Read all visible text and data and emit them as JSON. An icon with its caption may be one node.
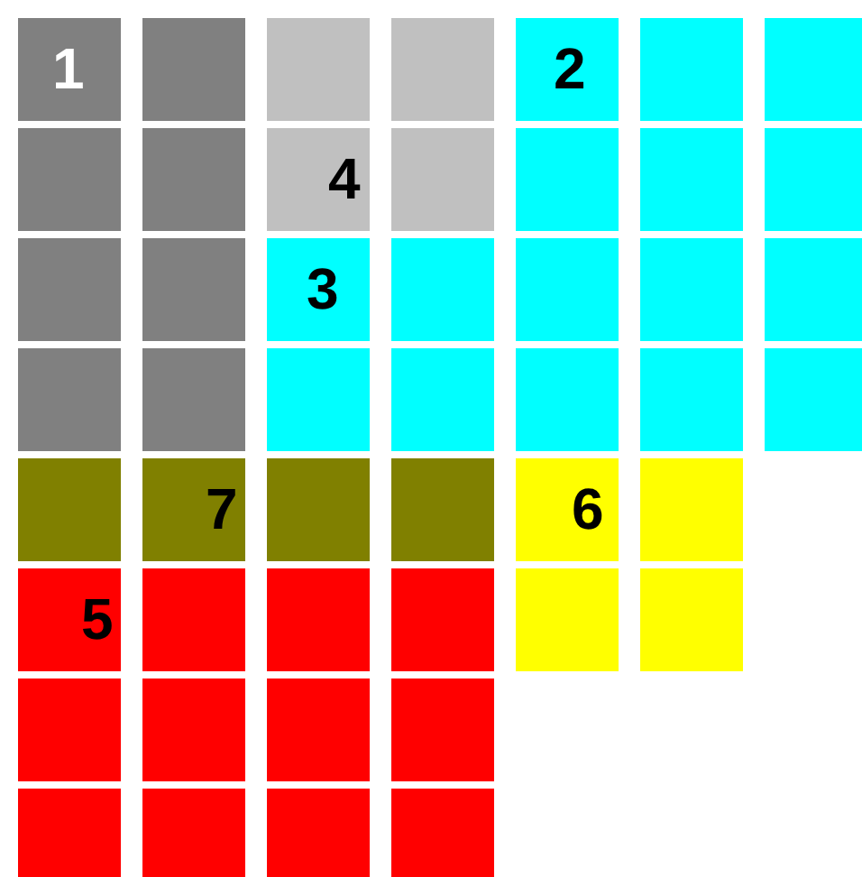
{
  "diagram": {
    "nodes": [
      {
        "text": [
          "1"
        ]
      },
      {
        "text": [],
        "shape": "box"
      },
      {
        "text": [],
        "shape": "box"
      },
      {
        "text": [],
        "shape": "box"
      },
      {
        "text": [
          "2"
        ]
      },
      {
        "text": [],
        "shape": "box"
      },
      {
        "text": [],
        "shape": "box"
      },
      {
        "text": [],
        "shape": "box"
      },
      {
        "text": [],
        "shape": "box"
      },
      {
        "text": [
          "4"
        ]
      },
      {
        "text": [],
        "shape": "box"
      },
      {
        "text": [],
        "shape": "box"
      },
      {
        "text": [],
        "shape": "box"
      },
      {
        "text": [],
        "shape": "box"
      },
      {
        "text": [],
        "shape": "box"
      },
      {
        "text": [],
        "shape": "box"
      },
      {
        "text": [
          "3"
        ]
      },
      {
        "text": [],
        "shape": "box"
      },
      {
        "text": [],
        "shape": "box"
      },
      {
        "text": [],
        "shape": "box"
      },
      {
        "text": [],
        "shape": "box"
      },
      {
        "text": [],
        "shape": "box"
      },
      {
        "text": [],
        "shape": "box"
      },
      {
        "text": [],
        "shape": "box"
      },
      {
        "text": [],
        "shape": "box"
      },
      {
        "text": [],
        "shape": "box"
      },
      {
        "text": [],
        "shape": "box"
      },
      {
        "text": [],
        "shape": "box"
      },
      {
        "text": [],
        "shape": "box"
      },
      {
        "text": [
          "7"
        ]
      },
      {
        "text": [],
        "shape": "box"
      },
      {
        "text": [],
        "shape": "box"
      },
      {
        "text": [
          "6"
        ]
      },
      {
        "text": [],
        "shape": "box"
      },
      {
        "text": [
          "5"
        ]
      },
      {
        "text": [],
        "shape": "box"
      },
      {
        "text": [],
        "shape": "box"
      },
      {
        "text": [],
        "shape": "box"
      },
      {
        "text": [],
        "shape": "box"
      },
      {
        "text": [],
        "shape": "box"
      },
      {
        "text": [],
        "shape": "box"
      },
      {
        "text": [],
        "shape": "box"
      },
      {
        "text": [],
        "shape": "box"
      },
      {
        "text": [],
        "shape": "box"
      },
      {
        "text": [],
        "shape": "box"
      },
      {
        "text": [],
        "shape": "box"
      },
      {
        "text": [],
        "shape": "box"
      },
      {
        "text": [],
        "shape": "box"
      }
    ]
  }
}
